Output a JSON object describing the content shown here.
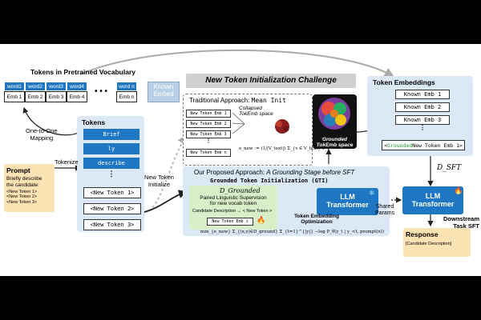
{
  "vocab": {
    "title": "Tokens in Pretrained Vocabulary",
    "words": [
      "word1",
      "word2",
      "word3",
      "word4",
      "word n"
    ],
    "embs": [
      "Emb 1",
      "Emb 2",
      "Emb 3",
      "Emb 4",
      "Emb n"
    ],
    "dots": "• • •",
    "known_embed": [
      "Known",
      "Embed"
    ]
  },
  "challenge": {
    "title": "New Token Initialization Challenge"
  },
  "mapping": {
    "label": [
      "One-to-One",
      "Mapping"
    ]
  },
  "tokens": {
    "title": "Tokens",
    "items": [
      "Brief",
      "ly",
      "describe"
    ],
    "dots": "⋮",
    "new_tokens": [
      "<New Token 1>",
      "<New Token 2>",
      "<New Token 3>"
    ]
  },
  "tokenize_label": "Tokenize",
  "new_token_init_label": [
    "New Token",
    "Initialize"
  ],
  "prompt": {
    "title": "Prompt",
    "text": [
      "Briefly describe",
      "the candidate:"
    ],
    "tokens": [
      "<New Token 1>",
      "<New Token 2>",
      "<New Token 3>"
    ]
  },
  "traditional": {
    "title_prefix": "Traditional Approach: ",
    "title_method": "Mean Init",
    "tokens": [
      "New Token Emb 1",
      "New Token Emb 2",
      "New Token Emb 3",
      "New Token Emb n"
    ],
    "collapsed": [
      "Collapsed",
      "TokEmb space"
    ],
    "formula": "e_new := (1/|V_text|) Σ_{v ∈ V_text} e_v"
  },
  "grounded_space": {
    "label": [
      "Grounded",
      "TokEmb space"
    ]
  },
  "embeddings": {
    "title": "Token Embeddings",
    "known": [
      "Known Emb 1",
      "Known Emb 2",
      "Known Emb 3"
    ],
    "grounded_prefix": "<",
    "grounded_word": "Grounded",
    "grounded_suffix": " New Token Emb 1>"
  },
  "sft_label": "D_SFT",
  "proposed": {
    "title_prefix": "Our Proposed Approach: ",
    "title_em": "A Grounding Stage before SFT",
    "subtitle": "Grounded Token Initialization (GTI)",
    "dataset_label": "D_Grounded",
    "dataset_desc": [
      "Paired Linguistic Supervision",
      "for new vocab token"
    ],
    "pair_text": "Candidate Description ↔ < New Token >",
    "new_token_emb": "New Token Emb i",
    "objective": "min_{e_new} Σ_{(x,y)∈D_ground} Σ_{t=1}^{|y|} −log P_θ(y_t | y_<t, prompt(x))",
    "opt_label": [
      "Token Embedding",
      "Optimization"
    ]
  },
  "llm_frozen": {
    "label": [
      "LLM",
      "Transformer"
    ],
    "icon": "snowflake-icon"
  },
  "shared_params": [
    "Shared",
    "Params"
  ],
  "llm_trained": {
    "label": [
      "LLM",
      "Transformer"
    ],
    "icon": "fire-icon"
  },
  "downstream": [
    "Downstream",
    "Task SFT"
  ],
  "response": {
    "title": "Response",
    "text": "[Candidate Description]"
  },
  "colors": {
    "blue": "#1f77c4",
    "panel": "#dbe8f6",
    "prompt": "#fde2b3",
    "green": "#d9efc9",
    "grounded_green": "#1a9c30"
  }
}
